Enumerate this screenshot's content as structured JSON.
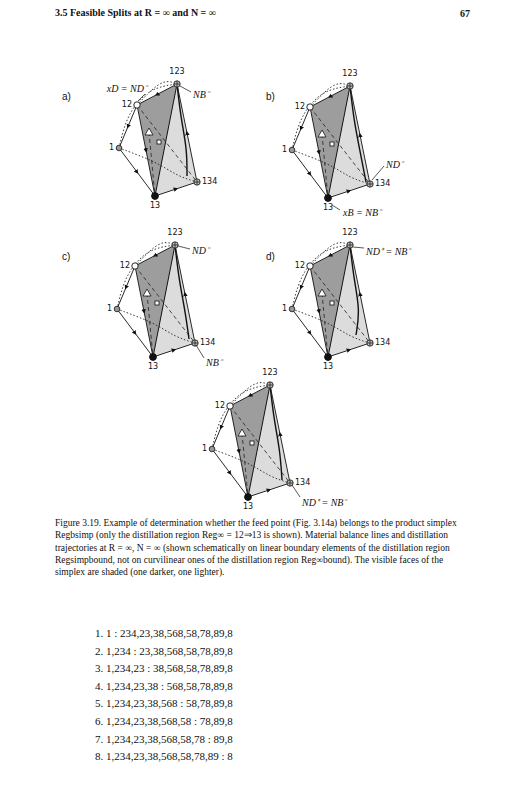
{
  "diagram": {
    "title": "3.5 Feasible Splits at R = ∞ and N = ∞",
    "caption": "Figure 3.19. Example of determination whether the feed point (Fig. 3.14a) belongs to the product simplex Regbsimp (only the distillation region Reg∞ = 12⇒13 is shown). Material balance lines and distillation trajectories at R = ∞, N = ∞ (shown schematically on linear boundary elements of the distillation region Regsimpbound, not on curvilinear ones of the distillation region Reg∞bound). The visible faces of the simplex are shaded (one darker, one lighter).",
    "labels": [
      "67",
      "a)",
      "123",
      "12",
      "1",
      "134",
      "13",
      "xD = ND⁻",
      "NB⁻",
      "b)",
      "123",
      "12",
      "1",
      "134",
      "13",
      "ND⁻",
      "xB = NB⁻",
      "c)",
      "123",
      "12",
      "1",
      "134",
      "13",
      "ND⁻",
      "NB⁻",
      "d)",
      "123",
      "12",
      "1",
      "134",
      "13",
      "ND⁺ = NB⁻",
      "123",
      "12",
      "1",
      "134",
      "13",
      "ND⁺ = NB⁻",
      "1.   1 : 234,23,38,568,58,78,89,8",
      "2.   1,234 : 23,38,568,58,78,89,8",
      "3.   1,234,23 : 38,568,58,78,89,8",
      "4.   1,234,23,38 : 568,58,78,89,8",
      "5.   1,234,23,38,568 : 58,78,89,8",
      "6.   1,234,23,38,568,58 : 78,89,8",
      "7.   1,234,23,38,568,58,78 : 89,8",
      "8.   1,234,23,38,568,58,78,89 : 8"
    ]
  }
}
